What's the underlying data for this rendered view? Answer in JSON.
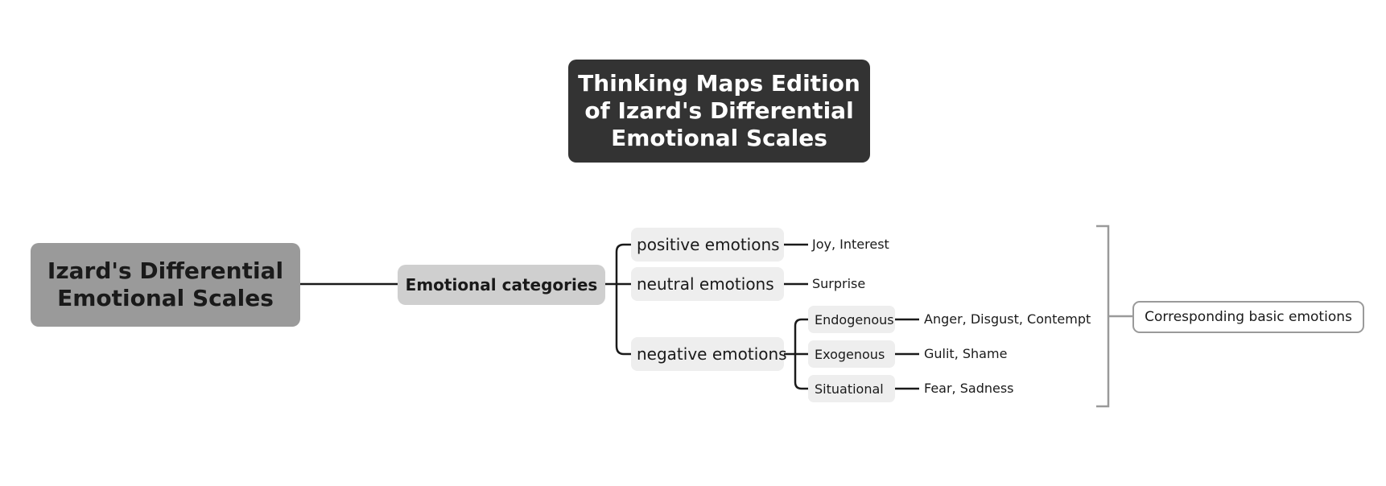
{
  "title": "Thinking Maps Edition of Izard's Differential Emotional Scales",
  "root": "Izard's Differential Emotional Scales",
  "category": "Emotional categories",
  "emotions": {
    "positive": {
      "label": "positive emotions",
      "examples": "Joy, Interest"
    },
    "neutral": {
      "label": "neutral emotions",
      "examples": "Surprise"
    },
    "negative": {
      "label": "negative emotions",
      "subtypes": [
        {
          "label": "Endogenous",
          "examples": "Anger, Disgust, Contempt"
        },
        {
          "label": "Exogenous",
          "examples": "Gulit, Shame"
        },
        {
          "label": "Situational",
          "examples": "Fear, Sadness"
        }
      ]
    }
  },
  "summary": "Corresponding basic emotions"
}
